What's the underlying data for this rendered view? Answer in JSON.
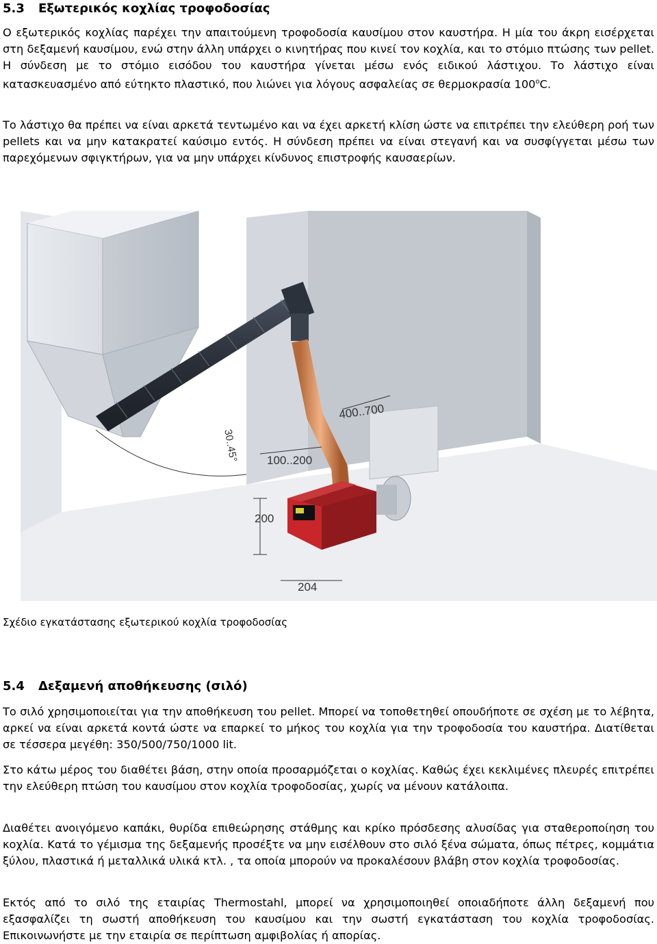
{
  "section_53": {
    "number": "5.3",
    "title": "Εξωτερικός κοχλίας τροφοδοσίας",
    "p1": "Ο εξωτερικός κοχλίας παρέχει την απαιτούμενη τροφοδοσία καυσίμου στον καυστήρα. Η μία του άκρη εισέρχεται στη δεξαμενή καυσίμου, ενώ στην άλλη υπάρχει ο κινητήρας που κινεί τον κοχλία, και το στόμιο πτώσης των pellet. Η σύνδεση με το στόμιο εισόδου του καυστήρα γίνεται μέσω ενός ειδικού λάστιχου. Το λάστιχο είναι κατασκευασμένο από εύτηκτο πλαστικό, που λιώνει για λόγους ασφαλείας σε θερμοκρασία 100",
    "p1_sup": "o",
    "p1_end": "C.",
    "p2": "Το λάστιχο θα πρέπει να είναι αρκετά τεντωμένο και να έχει αρκετή κλίση ώστε να επιτρέπει την ελεύθερη ροή των pellets και να μην κατακρατεί καύσιμο εντός. Η σύνδεση πρέπει να είναι στεγανή και να συσφίγγεται μέσω των παρεχόμενων σφιγκτήρων, για να μην υπάρχει κίνδυνος επιστροφής καυσαερίων."
  },
  "figure": {
    "caption": "Σχέδιο εγκατάστασης εξωτερικού κοχλία τροφοδοσίας",
    "dim_angle": "30..45°",
    "dim_400_700": "400..700",
    "dim_100_200": "100..200",
    "dim_200": "200",
    "dim_204": "204"
  },
  "section_54": {
    "number": "5.4",
    "title": "Δεξαμενή αποθήκευσης (σιλό)",
    "p1": "Το σιλό χρησιμοποιείται για την αποθήκευση του pellet. Μπορεί να τοποθετηθεί οπουδήποτε σε σχέση με το λέβητα, αρκεί να είναι αρκετά κοντά ώστε να επαρκεί το μήκος του κοχλία για την τροφοδοσία του καυστήρα. Διατίθεται σε τέσσερα μεγέθη: 350/500/750/1000 lit.",
    "p2": "Στο κάτω μέρος του διαθέτει βάση, στην οποία προσαρμόζεται ο κοχλίας. Καθώς έχει κεκλιμένες πλευρές επιτρέπει την ελεύθερη πτώση του καυσίμου στον κοχλία τροφοδοσίας, χωρίς να μένουν κατάλοιπα.",
    "p3": "Διαθέτει ανοιγόμενο καπάκι, θυρίδα επιθεώρησης στάθμης και κρίκο πρόσδεσης αλυσίδας για σταθεροποίηση του κοχλία. Κατά το γέμισμα της δεξαμενής προσέξτε να μην εισέλθουν στο σιλό ξένα σώματα, όπως πέτρες, κομμάτια ξύλου, πλαστικά ή μεταλλικά υλικά κτλ. , τα οποία μπορούν να προκαλέσουν βλάβη στον κοχλία τροφοδοσίας.",
    "p4": "Εκτός από το σιλό της εταιρίας Thermostahl, μπορεί να χρησιμοποιηθεί οποιαδήποτε άλλη δεξαμενή που εξασφαλίζει τη σωστή αποθήκευση του καυσίμου και την σωστή εγκατάσταση του κοχλία τροφοδοσίας. Επικοινωνήστε με την εταιρία σε περίπτωση αμφιβολίας ή απορίας."
  }
}
